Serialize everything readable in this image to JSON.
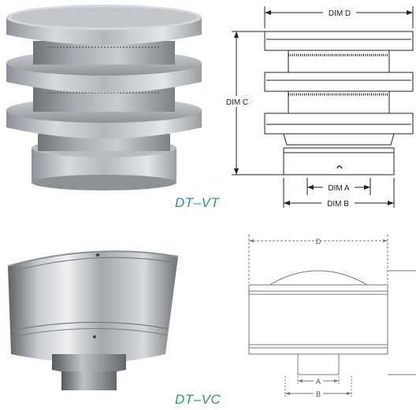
{
  "products": [
    {
      "model": "DT–VT",
      "caption_color": "#2f9c5e",
      "dimensions": {
        "a": "DIM A",
        "b": "DIM B",
        "c": "DIM C",
        "d": "DIM D"
      }
    },
    {
      "model": "DT–VC",
      "caption_color": "#2f9c5e",
      "dimensions": {
        "a": "A",
        "b": "B",
        "d": "D"
      }
    }
  ]
}
